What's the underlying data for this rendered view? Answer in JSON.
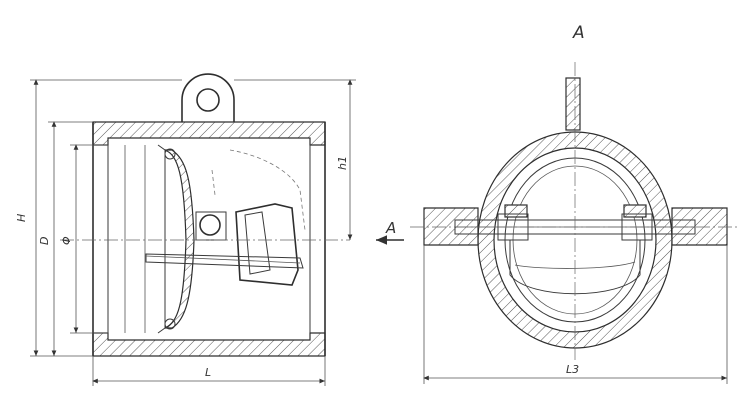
{
  "labels": {
    "view_name": "A",
    "arrow_label": "A",
    "dim_height": "H",
    "dim_diameter": "D",
    "dim_inner_diameter": "Φ",
    "dim_length": "L",
    "dim_h1": "h1",
    "dim_l3": "L3"
  }
}
